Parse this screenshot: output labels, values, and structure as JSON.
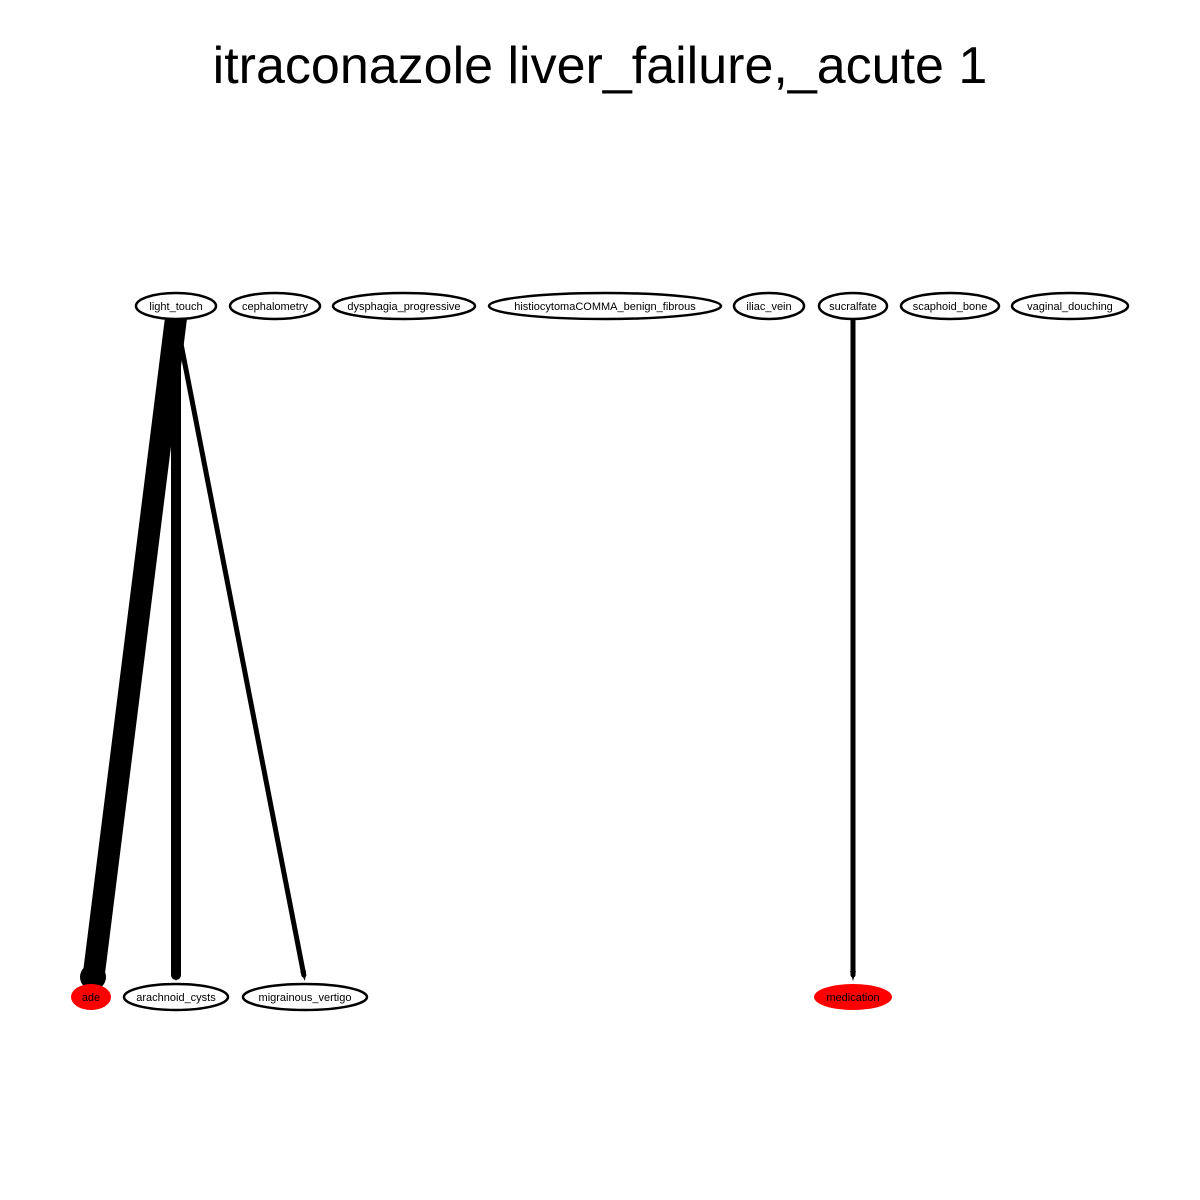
{
  "title": "itraconazole liver_failure,_acute 1",
  "colors": {
    "background": "#ffffff",
    "edge": "#000000",
    "node_stroke": "#000000",
    "node_fill_default": "#ffffff",
    "node_fill_highlight": "#ff0000",
    "text": "#000000"
  },
  "nodes": [
    {
      "id": "light_touch",
      "label": "light_touch",
      "highlight": false
    },
    {
      "id": "cephalometry",
      "label": "cephalometry",
      "highlight": false
    },
    {
      "id": "dysphagia_progressive",
      "label": "dysphagia_progressive",
      "highlight": false
    },
    {
      "id": "histiocytoma",
      "label": "histiocytomaCOMMA_benign_fibrous",
      "highlight": false
    },
    {
      "id": "iliac_vein",
      "label": "iliac_vein",
      "highlight": false
    },
    {
      "id": "sucralfate",
      "label": "sucralfate",
      "highlight": false
    },
    {
      "id": "scaphoid_bone",
      "label": "scaphoid_bone",
      "highlight": false
    },
    {
      "id": "vaginal_douching",
      "label": "vaginal_douching",
      "highlight": false
    },
    {
      "id": "ade",
      "label": "ade",
      "highlight": true
    },
    {
      "id": "arachnoid_cysts",
      "label": "arachnoid_cysts",
      "highlight": false
    },
    {
      "id": "migrainous_vertigo",
      "label": "migrainous_vertigo",
      "highlight": false
    },
    {
      "id": "medication",
      "label": "medication",
      "highlight": true
    }
  ],
  "edges": [
    {
      "from": "light_touch",
      "to": "ade",
      "weight": 5
    },
    {
      "from": "light_touch",
      "to": "arachnoid_cysts",
      "weight": 3
    },
    {
      "from": "light_touch",
      "to": "migrainous_vertigo",
      "weight": 1
    },
    {
      "from": "sucralfate",
      "to": "medication",
      "weight": 1
    }
  ]
}
